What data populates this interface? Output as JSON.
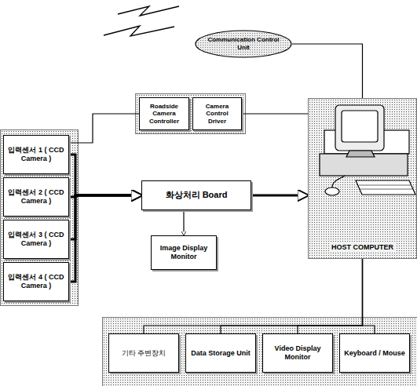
{
  "diagram": {
    "nodes": [
      {
        "text": [
          "Communication Control Unit"
        ]
      },
      {
        "text": [
          "입력센서 1 ( CCD Camera )"
        ]
      },
      {
        "text": [
          "입력센서 2 ( CCD Camera )"
        ]
      },
      {
        "text": [
          "입력센서 3 ( CCD Camera )"
        ]
      },
      {
        "text": [
          "입력센서 4 ( CCD Camera )"
        ]
      },
      {
        "text": [
          "Roadside Camera Controller"
        ]
      },
      {
        "text": [
          "Camera Control Driver"
        ]
      },
      {
        "text": [
          "화상처리 Board"
        ]
      },
      {
        "text": [
          "Image Display Monitor"
        ]
      },
      {
        "text": [
          "HOST COMPUTER"
        ]
      },
      {
        "text": [
          "기타 주변장치"
        ]
      },
      {
        "text": [
          "Data Storage Unit"
        ]
      },
      {
        "text": [
          "Video Display Monitor"
        ]
      },
      {
        "text": [
          "Keyboard / Mouse"
        ]
      }
    ],
    "edges": [
      {
        "from": 0,
        "to": 9,
        "arrow": "none"
      },
      {
        "from": 1,
        "to": 5,
        "arrow": "none"
      },
      {
        "from": 6,
        "to": 9,
        "arrow": "none"
      },
      {
        "from": 1,
        "to": 7,
        "arrow": "to"
      },
      {
        "from": 2,
        "to": 7,
        "arrow": "to"
      },
      {
        "from": 3,
        "to": 7,
        "arrow": "to"
      },
      {
        "from": 4,
        "to": 7,
        "arrow": "to"
      },
      {
        "from": 7,
        "to": 8,
        "arrow": "to"
      },
      {
        "from": 7,
        "to": 9,
        "arrow": "to"
      },
      {
        "from": 9,
        "to": 10,
        "arrow": "none"
      },
      {
        "from": 9,
        "to": 11,
        "arrow": "none"
      },
      {
        "from": 9,
        "to": 12,
        "arrow": "none"
      },
      {
        "from": 9,
        "to": 13,
        "arrow": "none"
      }
    ]
  }
}
